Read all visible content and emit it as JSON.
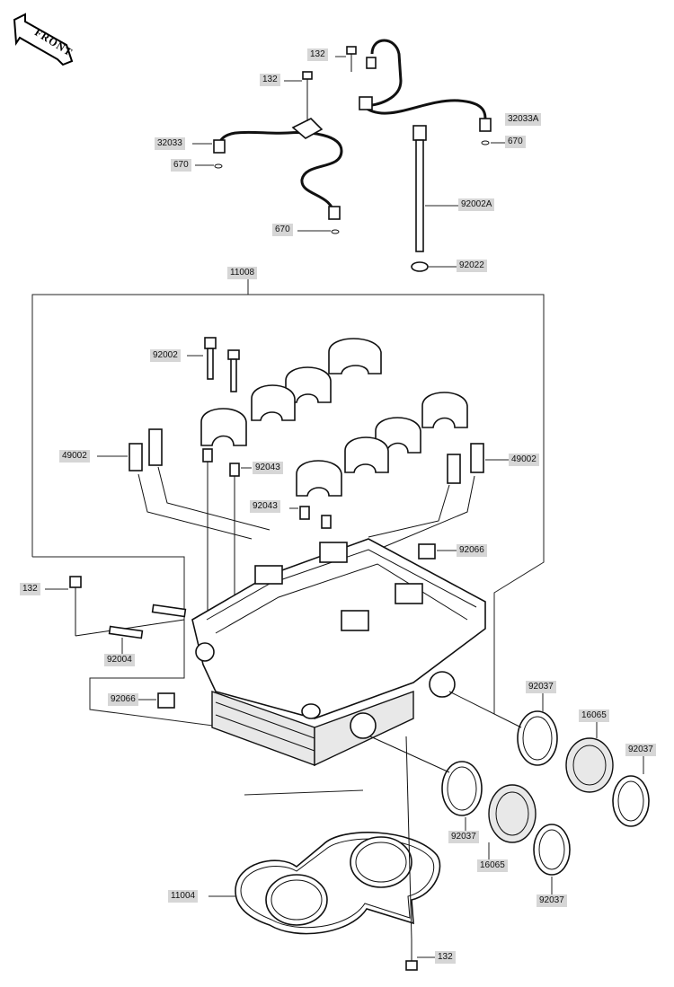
{
  "front_badge": "FRONT",
  "labels": {
    "l132_top_right": "132",
    "l132_top_left": "132",
    "l32033A": "32033A",
    "l32033": "32033",
    "l670_right": "670",
    "l670_left": "670",
    "l92002A": "92002A",
    "l670_mid": "670",
    "l92022": "92022",
    "l11008": "11008",
    "l92002": "92002",
    "l49002_left": "49002",
    "l92043_a": "92043",
    "l49002_right": "49002",
    "l92043_b": "92043",
    "l92066_right": "92066",
    "l132_left": "132",
    "l92004": "92004",
    "l92066_left": "92066",
    "l92037_a": "92037",
    "l16065_a": "16065",
    "l92037_b": "92037",
    "l92037_c": "92037",
    "l16065_b": "16065",
    "l92037_d": "92037",
    "l11004": "11004",
    "l132_bottom": "132"
  }
}
